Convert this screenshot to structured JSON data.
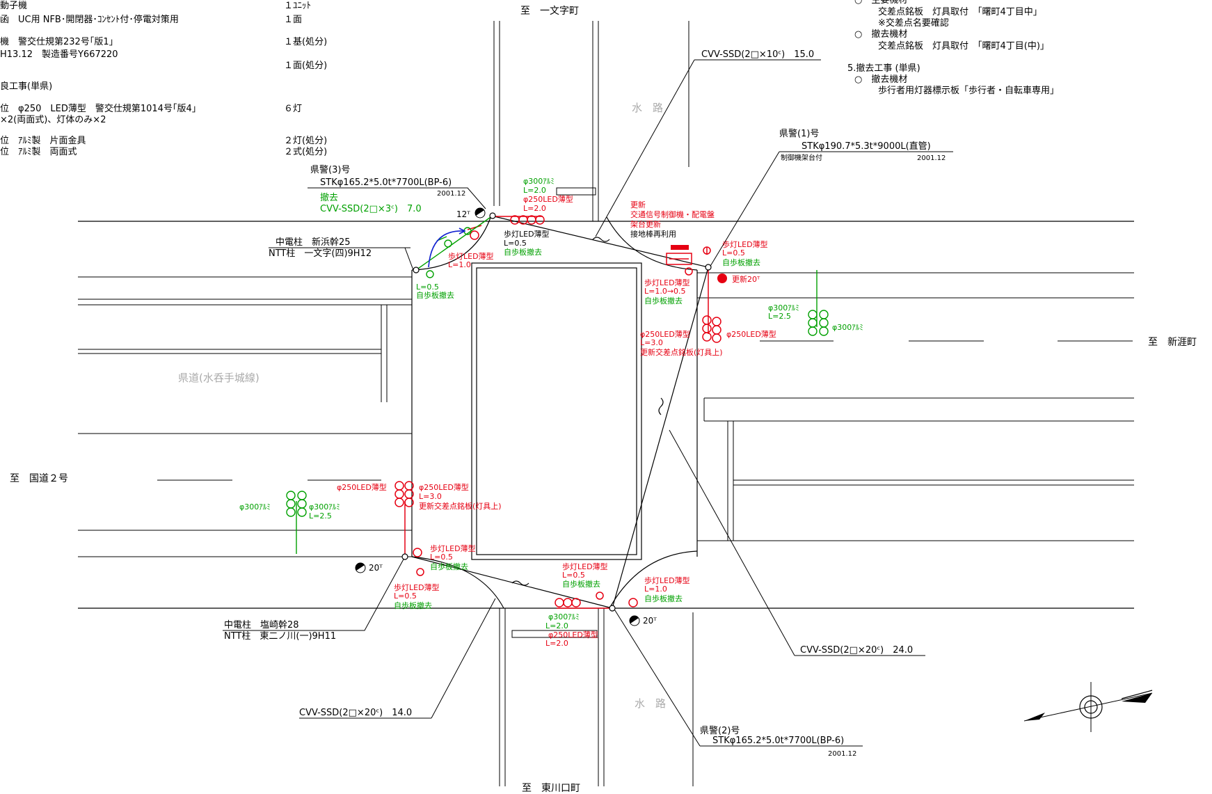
{
  "colors": {
    "black": "#000000",
    "red": "#e60012",
    "green": "#00a000",
    "gray": "#aaaaaa",
    "blue": "#1020d0"
  },
  "directions": {
    "north": "至　一文字町",
    "south": "至　東川口町",
    "west": "至　国道２号",
    "east": "至　新涯町"
  },
  "background_labels": {
    "kendo": "県道(水呑手城線)",
    "suiro_top": "水　路",
    "suiro_bottom": "水　路"
  },
  "spec_left": [
    {
      "text": "動子機",
      "qty": "１ﾕﾆｯﾄ"
    },
    {
      "text": "函　UC用 NFB･開閉器･ｺﾝｾﾝﾄ付･停電対策用",
      "qty": "１面"
    },
    {
      "text": "機　警交仕規第232号｢版1｣",
      "qty": "１基(処分)"
    },
    {
      "text": "H13.12　製造番号Y667220",
      "qty": ""
    },
    {
      "text": "",
      "qty": "１面(処分)"
    },
    {
      "text": "良工事(単県)",
      "qty": ""
    },
    {
      "text": "位　φ250　LED薄型　警交仕規第1014号｢版4｣",
      "qty": "６灯"
    },
    {
      "text": "×2(両面式)、灯体のみ×2",
      "qty": ""
    },
    {
      "text": "位　ｱﾙﾐ製　片面金具",
      "qty": "２灯(処分)"
    },
    {
      "text": "位　ｱﾙﾐ製　両面式",
      "qty": "２式(処分)"
    }
  ],
  "spec_right": [
    {
      "text": "○　主要機材"
    },
    {
      "text": "交差点銘板　灯具取付　「曙町4丁目中」"
    },
    {
      "text": "※交差点名要確認"
    },
    {
      "text": "○　撤去機材"
    },
    {
      "text": "交差点銘板　灯具取付　「曙町4丁目(中)」"
    },
    {
      "text": "5.撤去工事 (単県)"
    },
    {
      "text": "○　撤去機材"
    },
    {
      "text": "歩行者用灯器標示板「歩行者・自転車専用」"
    }
  ],
  "poles": {
    "k3": {
      "title": "県警(3)号",
      "spec": "STKφ165.2*5.0t*7700L(BP-6)",
      "date": "2001.12"
    },
    "k1": {
      "title": "県警(1)号",
      "spec": "STKφ190.7*5.3t*9000L(直管)",
      "sub": "制御機架台付",
      "date": "2001.12"
    },
    "k2": {
      "title": "県警(2)号",
      "spec": "STKφ165.2*5.0t*7700L(BP-6)",
      "date": "2001.12"
    },
    "chuden1": {
      "line1": "中電柱　新浜幹25",
      "line2": "NTT柱　一文字(四)9H12"
    },
    "chuden2": {
      "line1": "中電柱　塩崎幹28",
      "line2": "NTT柱　東二ノ川(一)9H11"
    }
  },
  "cables": {
    "c1": "CVV-SSD(2□×10ᶜ)　15.0",
    "c2": "CVV-SSD(2□×20ᶜ)　24.0",
    "c3": "CVV-SSD(2□×20ᶜ)　14.0"
  },
  "labels_black": {
    "hoto_top": "歩灯LED薄型",
    "hoto_top_L": "L=0.5",
    "grounding": "接地棒再利用",
    "t12": "12ᵀ",
    "t20_sw": "20ᵀ",
    "t20_se": "20ᵀ"
  },
  "labels_red": {
    "update1": "更新",
    "update2": "交通信号制御機・配電盤",
    "update3": "架台更新",
    "update20": "更新20ᵀ",
    "n_light": "φ250LED薄型",
    "n_light_L": "L=2.0",
    "ne_hoto": "歩灯LED薄型",
    "ne_hoto_L": "L=0.5",
    "nw_hoto": "歩灯LED薄型",
    "nw_hoto_L": "L=1.0",
    "e_hoto": "歩灯LED薄型",
    "e_hoto_L": "L=1.0→0.5",
    "e_led_left": "φ250LED薄型",
    "e_led_L": "L=3.0",
    "e_meiban": "更新交差点銘板(灯具上)",
    "e_led_right": "φ250LED薄型",
    "w_led_left": "φ250LED薄型",
    "w_led_right": "φ250LED薄型",
    "w_led_L": "L=3.0",
    "w_meiban": "更新交差点銘板(灯具上)",
    "sw_hoto1": "歩灯LED薄型",
    "sw_hoto1_L": "L=0.5",
    "sw_hoto2": "歩灯LED薄型",
    "sw_hoto2_L": "L=0.5",
    "s_hoto": "歩灯LED薄型",
    "s_hoto_L": "L=0.5",
    "se_hoto": "歩灯LED薄型",
    "se_hoto_L": "L=1.0",
    "s_led": "φ250LED薄型",
    "s_led_L": "L=2.0"
  },
  "labels_green": {
    "tekkyo": "撤去",
    "tekkyo_cable": "CVV-SSD(2□×3ᶜ)　7.0",
    "n_alu": "φ300ｱﾙﾐ",
    "n_alu_L": "L=2.0",
    "jiho": "自歩板撤去",
    "nw_L": "L=0.5",
    "e_alu1": "φ300ｱﾙﾐ",
    "e_alu1_L": "L=2.5",
    "e_alu2": "φ300ｱﾙﾐ",
    "w_alu1": "φ300ｱﾙﾐ",
    "w_alu2": "φ300ｱﾙﾐ",
    "w_alu_L": "L=2.5",
    "s_alu": "φ300ｱﾙﾐ",
    "s_alu_L": "L=2.0"
  }
}
